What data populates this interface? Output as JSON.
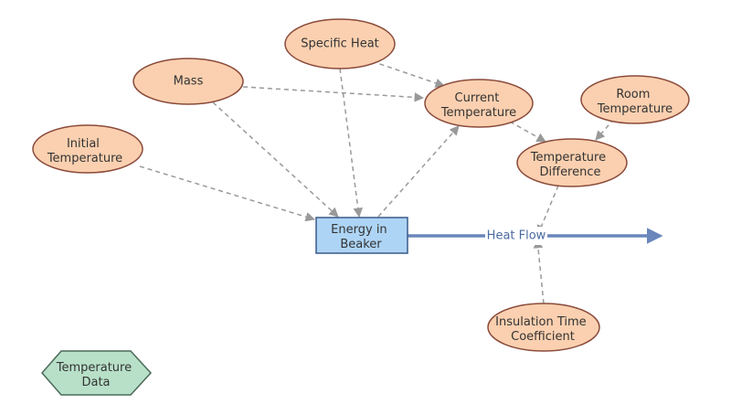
{
  "colors": {
    "variable_fill": "#fbd0b0",
    "variable_stroke": "#8a4a3a",
    "stock_fill": "#aed4f5",
    "stock_stroke": "#3a5a88",
    "data_fill": "#b8e0c8",
    "data_stroke": "#4a6a58",
    "link_color": "#999999",
    "flow_color": "#6a86bb",
    "text_color": "#333333"
  },
  "nodes": {
    "specific_heat": {
      "line1": "Specific Heat",
      "line2": ""
    },
    "mass": {
      "line1": "Mass",
      "line2": ""
    },
    "current_temperature": {
      "line1": "Current",
      "line2": "Temperature"
    },
    "room_temperature": {
      "line1": "Room",
      "line2": "Temperature"
    },
    "initial_temperature": {
      "line1": "Initial",
      "line2": "Temperature"
    },
    "temperature_difference": {
      "line1": "Temperature",
      "line2": "Difference"
    },
    "energy_in_beaker": {
      "line1": "Energy in",
      "line2": "Beaker"
    },
    "insulation_time_coefficient": {
      "line1": "Insulation Time",
      "line2": "Coefficient"
    },
    "temperature_data": {
      "line1": "Temperature",
      "line2": "Data"
    }
  },
  "flow": {
    "label": "Heat Flow"
  }
}
